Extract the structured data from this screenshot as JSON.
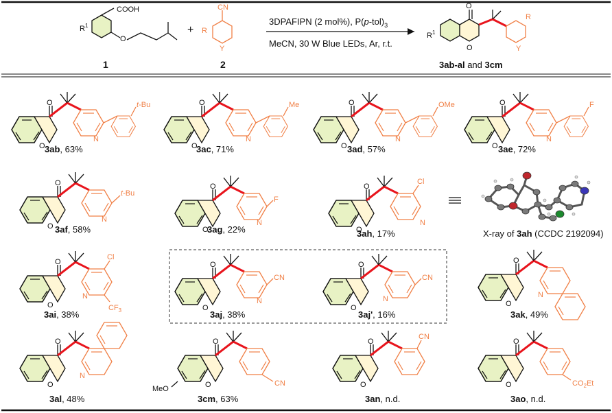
{
  "scheme": {
    "reactant1": {
      "number": "1",
      "cooh": "COOH",
      "r": "R",
      "r_sup": "1"
    },
    "plus": "+",
    "reactant2": {
      "number": "2",
      "cn": "CN",
      "r": "R",
      "y": "Y"
    },
    "conditions_top": {
      "pre": "3DPAFIPN (2 mol%), P(",
      "ital": "p",
      "post": "-tol)",
      "sub": "3"
    },
    "conditions_bottom": "MeCN, 30 W Blue LEDs, Ar, r.t.",
    "product": {
      "r": "R",
      "r1": "R",
      "r1_sup": "1",
      "y": "Y",
      "label_a": "3ab-al",
      "label_and": " and ",
      "label_b": "3cm"
    }
  },
  "compounds": [
    {
      "id": "3ab",
      "yield": ", 63%",
      "sub": "-Bu",
      "sub_it": "t"
    },
    {
      "id": "3ac",
      "yield": ", 71%",
      "sub": "Me",
      "sub_it": ""
    },
    {
      "id": "3ad",
      "yield": ", 57%",
      "sub": "OMe",
      "sub_it": ""
    },
    {
      "id": "3ae",
      "yield": ", 72%",
      "sub": "F",
      "sub_it": ""
    },
    {
      "id": "3af",
      "yield": ", 58%",
      "sub": "-Bu",
      "sub_it": "t"
    },
    {
      "id": "3ag",
      "yield": ", 22%",
      "sub": "F",
      "sub_it": ""
    },
    {
      "id": "3ah",
      "yield": ", 17%",
      "sub": "Cl",
      "sub_it": ""
    },
    {
      "id": "3ai",
      "yield": ", 38%",
      "sub": "Cl",
      "sub2": "CF",
      "sub2_sub": "3"
    },
    {
      "id": "3aj",
      "yield": ", 38%",
      "sub": "CN"
    },
    {
      "id": "3aj'",
      "yield": ", 16%",
      "sub": "CN"
    },
    {
      "id": "3ak",
      "yield": ", 49%"
    },
    {
      "id": "3al",
      "yield": ", 48%"
    },
    {
      "id": "3cm",
      "yield": ", 63%",
      "sub": "CN",
      "meo": "MeO"
    },
    {
      "id": "3an",
      "yield": ", n.d.",
      "sub": "CN"
    },
    {
      "id": "3ao",
      "yield": ", n.d.",
      "sub": "CO",
      "sub_sub": "2",
      "sub_tail": "Et"
    }
  ],
  "atoms": {
    "o": "O",
    "n": "N"
  },
  "xray": {
    "pre": "X-ray of ",
    "id": "3ah",
    "post": " (CCDC 2192094)"
  },
  "colors": {
    "orange": "#f07f45",
    "red": "#e8141c",
    "green_fill": "#e8f2c4",
    "dark": "#111111"
  }
}
